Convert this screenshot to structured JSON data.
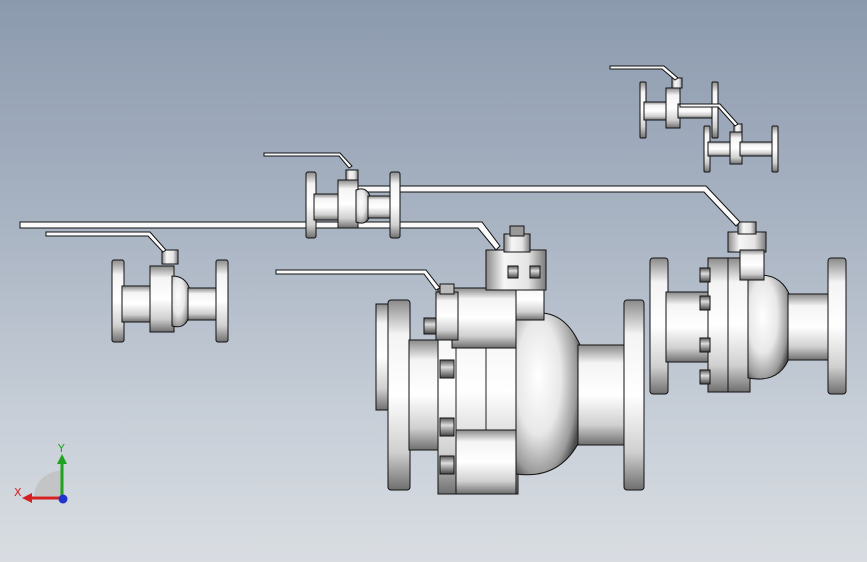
{
  "viewport": {
    "background_top": "#8c9aae",
    "background_bottom": "#d9dde2"
  },
  "triad": {
    "x_label": "X",
    "y_label": "Y",
    "x_color": "#d42020",
    "y_color": "#1fa21f",
    "z_color": "#2233cc"
  },
  "model": {
    "description_icon": "ball-valve-assembly",
    "valve_count": 6,
    "shading_color": "#e9e9e9",
    "edge_color": "#111111"
  }
}
